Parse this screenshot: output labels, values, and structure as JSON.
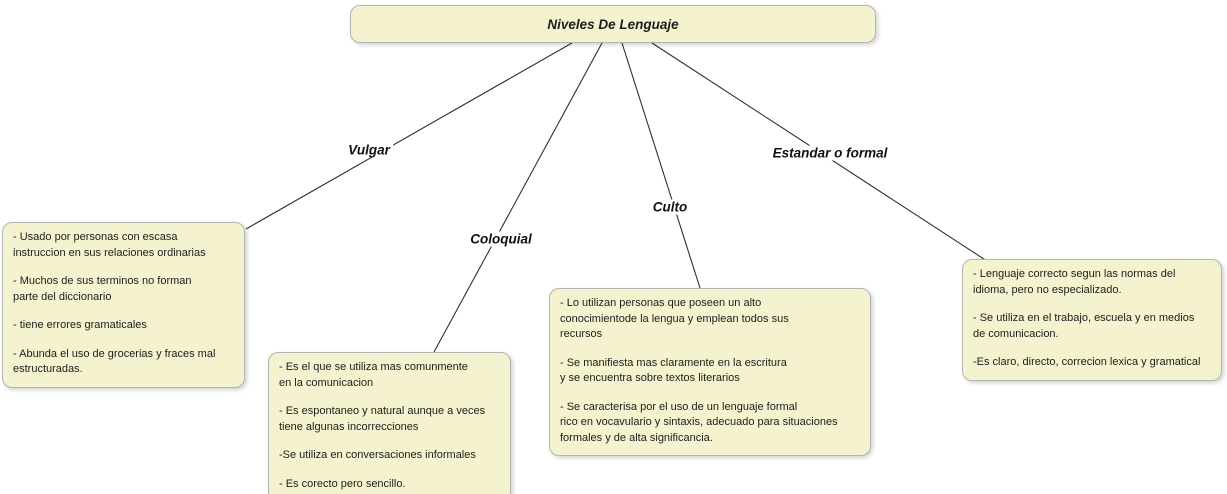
{
  "root": {
    "label": "Niveles De Lenguaje"
  },
  "colors": {
    "node_fill": "#f5f2cf",
    "node_border": "#b4b4b4",
    "connector_line": "#303030",
    "text": "#1d1d1d",
    "background": "#ffffff"
  },
  "edges": [
    {
      "from": "Niveles De Lenguaje",
      "to": "Vulgar"
    },
    {
      "from": "Niveles De Lenguaje",
      "to": "Coloquial"
    },
    {
      "from": "Niveles De Lenguaje",
      "to": "Culto"
    },
    {
      "from": "Niveles De Lenguaje",
      "to": "Estandar o formal"
    }
  ],
  "branches": [
    {
      "label": "Vulgar",
      "paragraphs": [
        {
          "lines": [
            "- Usado por personas con escasa",
            "instruccion en sus relaciones ordinarias"
          ]
        },
        {
          "lines": [
            "- Muchos de sus terminos no forman",
            "parte del diccionario"
          ]
        },
        {
          "lines": [
            "- tiene errores gramaticales"
          ]
        },
        {
          "lines": [
            "- Abunda el uso de grocerias y fraces mal",
            "estructuradas."
          ]
        }
      ]
    },
    {
      "label": "Coloquial",
      "paragraphs": [
        {
          "lines": [
            "- Es el que se utiliza mas comunmente",
            "en la comunicacion"
          ]
        },
        {
          "lines": [
            "- Es espontaneo y natural aunque a veces",
            "tiene algunas incorrecciones"
          ]
        },
        {
          "lines": [
            "-Se utiliza en conversaciones informales"
          ]
        },
        {
          "lines": [
            "- Es corecto pero sencillo."
          ]
        }
      ]
    },
    {
      "label": "Culto",
      "paragraphs": [
        {
          "lines": [
            "- Lo utilizan personas que poseen un alto",
            "conocimientode la lengua y emplean todos sus",
            "recursos"
          ]
        },
        {
          "lines": [
            "- Se manifiesta mas claramente en la escritura",
            "y se encuentra sobre textos literarios"
          ]
        },
        {
          "lines": [
            "- Se caracterisa por el uso de un lenguaje formal",
            "rico en vocavulario y sintaxis, adecuado para situaciones",
            "formales y de alta significancia."
          ]
        }
      ]
    },
    {
      "label": "Estandar o formal",
      "paragraphs": [
        {
          "lines": [
            "- Lenguaje correcto segun las normas del",
            "idioma, pero no especializado."
          ]
        },
        {
          "lines": [
            "- Se utiliza en el trabajo, escuela y en medios",
            "de comunicacion."
          ]
        },
        {
          "lines": [
            "-Es claro, directo, correcion lexica y gramatical"
          ]
        }
      ]
    }
  ]
}
